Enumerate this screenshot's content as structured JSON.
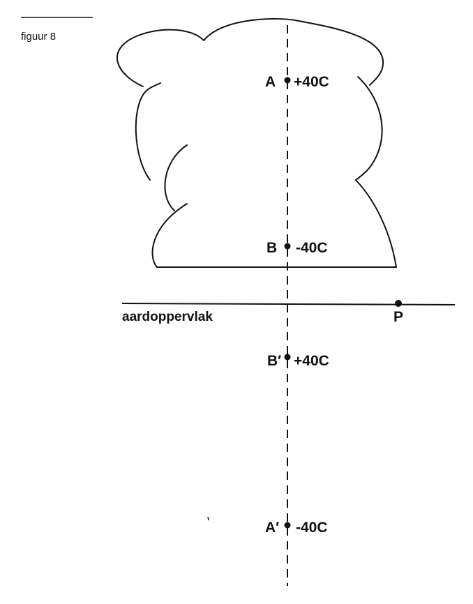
{
  "figure": {
    "caption": "figuur 8",
    "surface_label": "aardoppervlak",
    "point_p": "P",
    "charges": [
      {
        "name": "A",
        "value": "+40C"
      },
      {
        "name": "B",
        "value": "-40C"
      },
      {
        "name": "B′",
        "value": "+40C"
      },
      {
        "name": "A′",
        "value": "-40C"
      }
    ]
  }
}
